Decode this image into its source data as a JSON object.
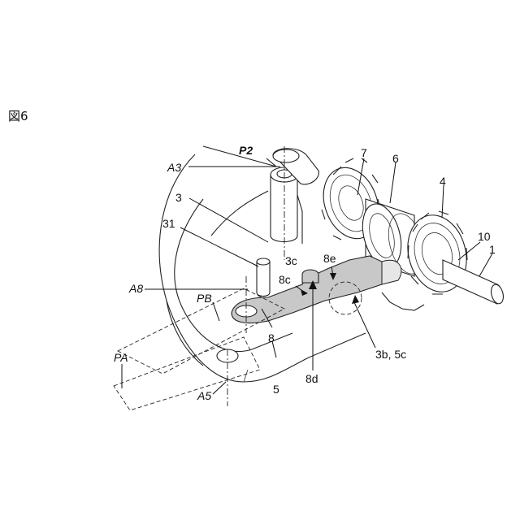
{
  "figure_title": "図6",
  "labels": {
    "P2": "P2",
    "A3": "A3",
    "n3": "3",
    "n31": "31",
    "A8": "A8",
    "PB": "PB",
    "PA": "PA",
    "A5": "A5",
    "n5": "5",
    "n8": "8",
    "n8c": "8c",
    "n3c": "3c",
    "n8e": "8e",
    "n8d": "8d",
    "n3b5c": "3b, 5c",
    "n7": "7",
    "n6": "6",
    "n4": "4",
    "n10": "10",
    "n1": "1"
  }
}
